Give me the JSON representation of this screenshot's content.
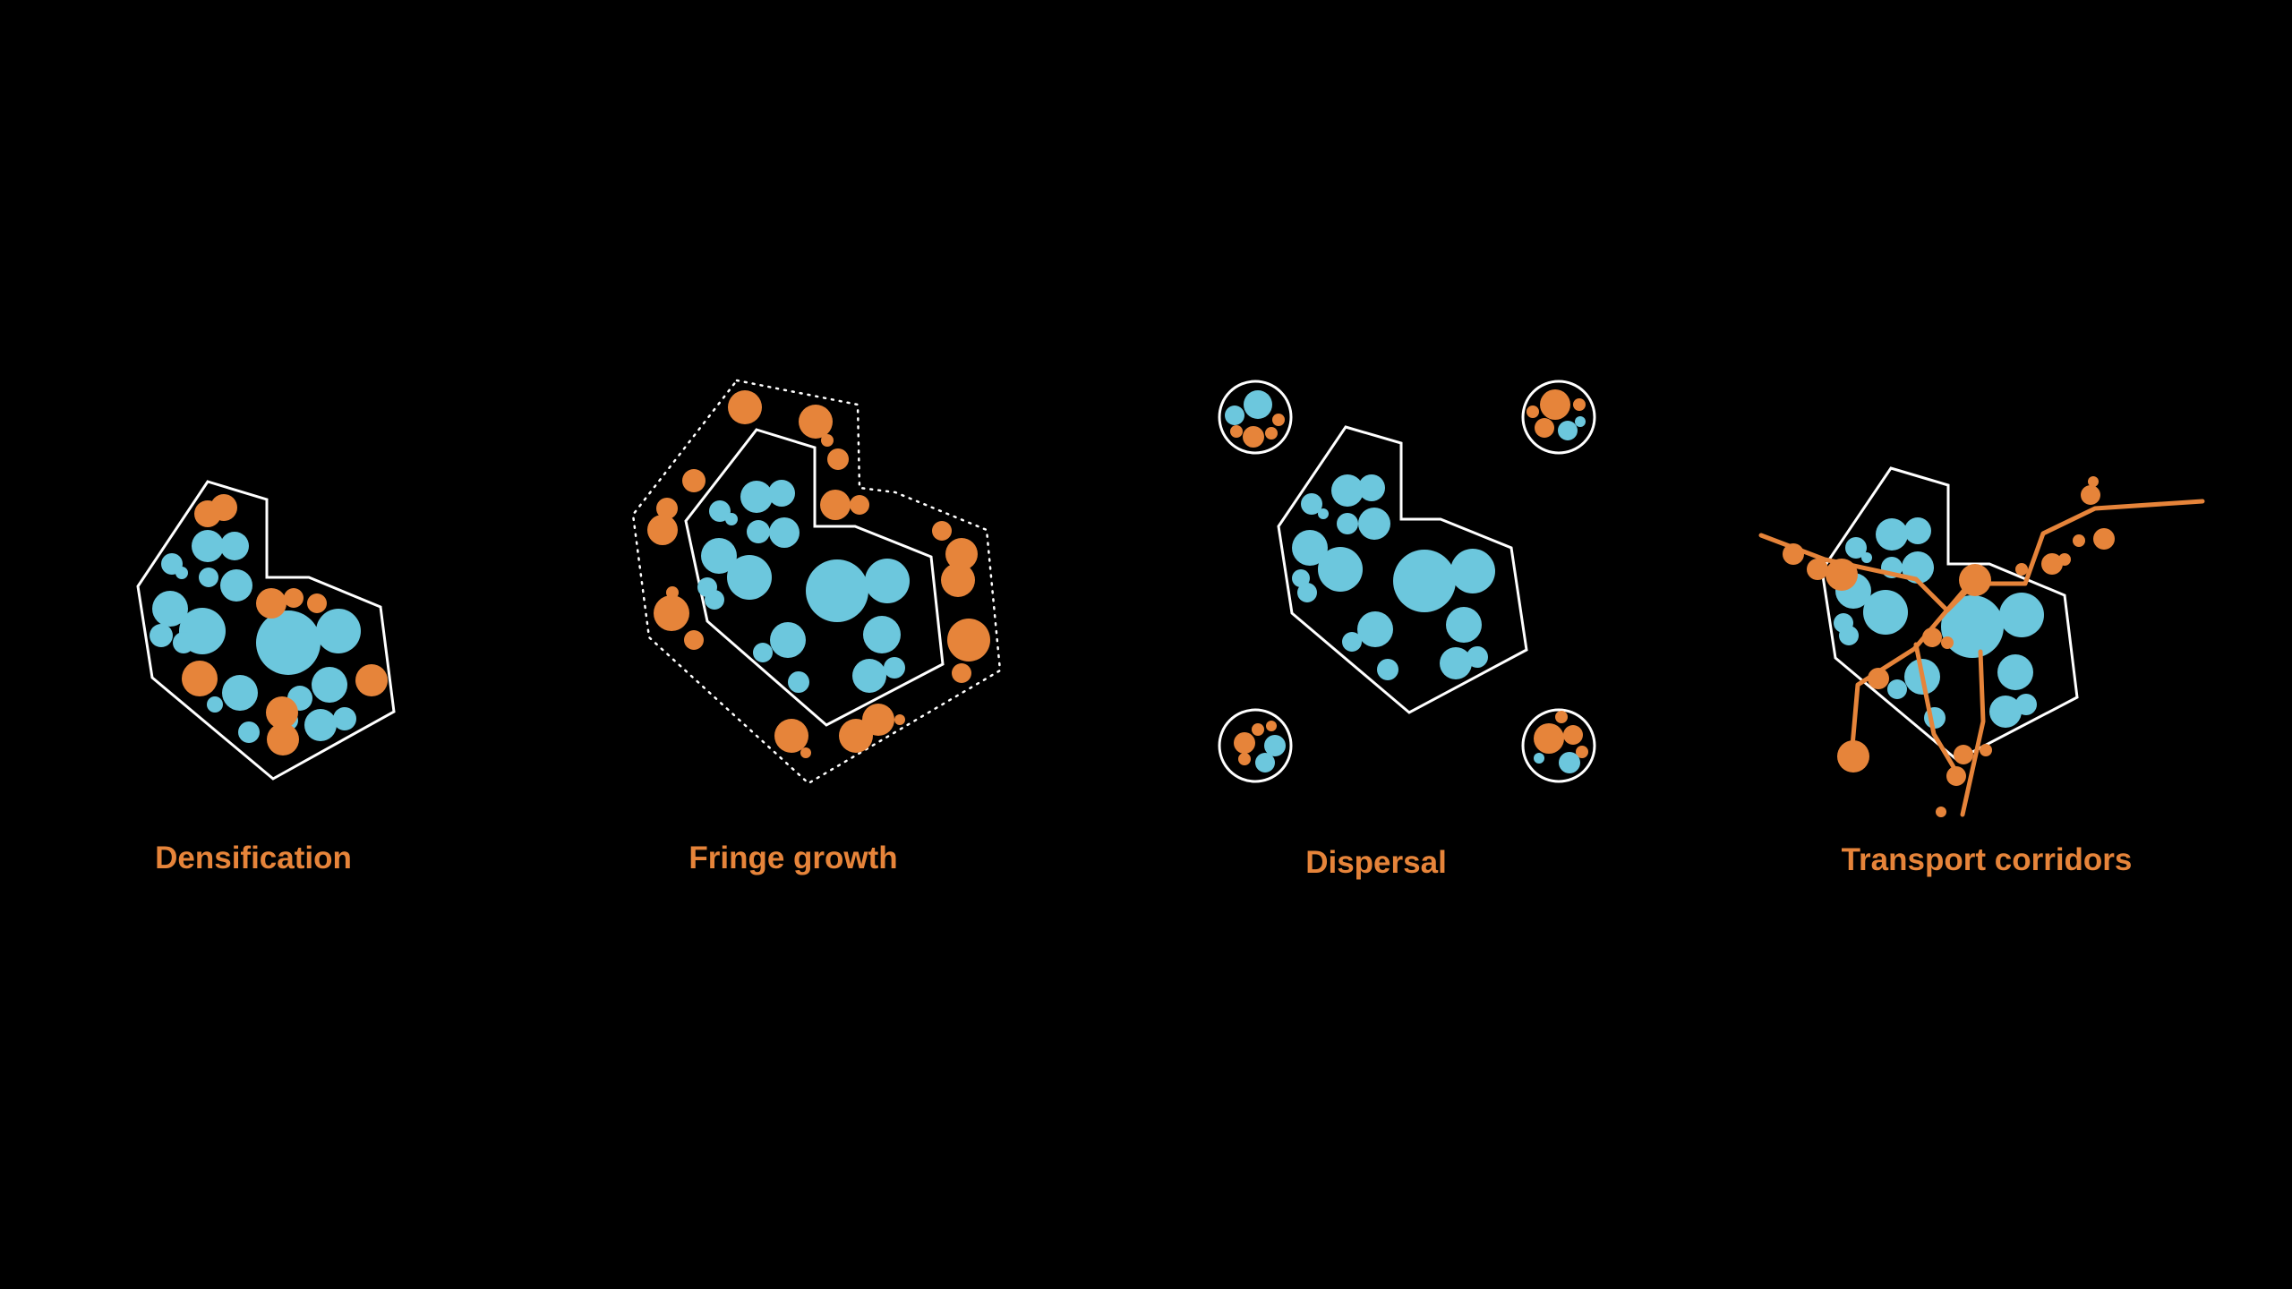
{
  "colors": {
    "background": "#000000",
    "existing": "#6cc7dd",
    "new": "#e6843a",
    "outline": "#ffffff",
    "label": "#e6843a"
  },
  "panels": [
    {
      "id": "densification",
      "label": "Densification"
    },
    {
      "id": "fringe-growth",
      "label": "Fringe growth"
    },
    {
      "id": "dispersal",
      "label": "Dispersal"
    },
    {
      "id": "transport-corridors",
      "label": "Transport corridors"
    }
  ]
}
